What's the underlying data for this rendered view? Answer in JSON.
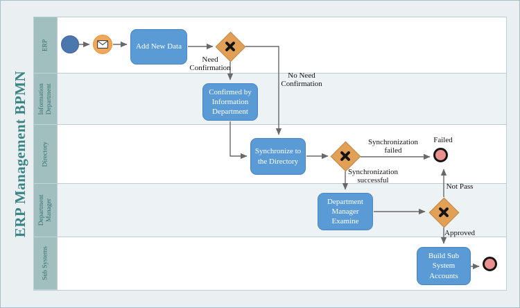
{
  "title": "ERP Management BPMN",
  "lanes": [
    {
      "label": "ERP"
    },
    {
      "label": "Information Department"
    },
    {
      "label": "Directory"
    },
    {
      "label": "Department Manager"
    },
    {
      "label": "Sub Systems"
    }
  ],
  "tasks": {
    "add_new_data": {
      "label": "Add New Data"
    },
    "confirmed": {
      "label": "Confirmed by Information Department"
    },
    "synchronize": {
      "label": "Synchronize to the Directory"
    },
    "examine": {
      "label": "Department Manager Examine"
    },
    "build": {
      "label": "Build Sub System Accounts"
    }
  },
  "events": {
    "start": {
      "type": "start"
    },
    "message": {
      "type": "message",
      "icon": "envelope-icon"
    },
    "failed_end": {
      "type": "end"
    },
    "final_end": {
      "type": "end"
    }
  },
  "gateways": [
    {
      "name": "confirmation-gateway",
      "icon": "x-marker-icon"
    },
    {
      "name": "sync-result-gateway",
      "icon": "x-marker-icon"
    },
    {
      "name": "examine-result-gateway",
      "icon": "x-marker-icon"
    }
  ],
  "flow_labels": {
    "need_confirmation": "Need Confirmation",
    "no_need_confirmation": "No Need Confirmation",
    "sync_failed": "Synchronization failed",
    "failed": "Failed",
    "sync_successful": "Synchronization successful",
    "not_pass": "Not Pass",
    "approved": "Approved"
  },
  "colors": {
    "page-bg": "#eaeff1",
    "page-border": "#a9bdc7",
    "lane-head-bg": "#a2bfbf",
    "lane-head-text": "#2f6f6f",
    "lane-tint": "#edf2f5",
    "lane-border": "#bccdd6",
    "title-color": "#3d8484",
    "task-fill": "#5b9bd5",
    "task-border": "#4a84c4",
    "gateway-fill": "#e2a057",
    "gateway-border": "#c08540",
    "start-fill": "#4a77ad",
    "message-fill": "#f2a65a",
    "end-fill": "#e9918e",
    "end-border": "#151515",
    "connector": "#686868",
    "label-text": "#111111"
  }
}
